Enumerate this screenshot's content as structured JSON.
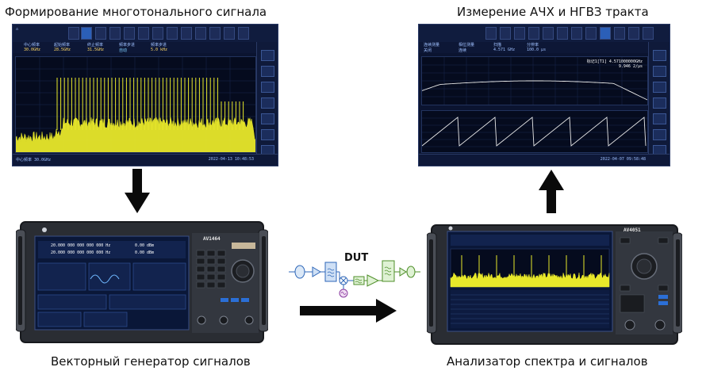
{
  "captions": {
    "top_left": "Формирование многотонального сигнала",
    "top_right": "Измерение АЧХ и НГВЗ тракта",
    "bottom_left": "Векторный генератор сигналов",
    "bottom_right": "Анализатор спектра и сигналов",
    "dut": "DUT"
  },
  "left_screen": {
    "info_labels": [
      "中心频率",
      "起始频率",
      "终止频率",
      "频率步进",
      "频率步进"
    ],
    "info_values": [
      "30.0GHz",
      "28.5GHz",
      "31.5GHz",
      "自动",
      "5.0 kHz"
    ],
    "footer_left": "中心频率 30.0GHz",
    "footer_right": "2022-04-13 10:48:53"
  },
  "right_screen": {
    "info_labels": [
      "连续测量",
      "相位测量",
      "扫描",
      "分辨率"
    ],
    "info_values": [
      "关闭",
      "连续",
      "4.571 GHz",
      "100.0 μs"
    ],
    "marker_text_1": "标记1[T1]  4.571000000GHz",
    "marker_text_2": "9.946 2/μs",
    "footer_right": "2022-04-07 09:58:48"
  },
  "generator": {
    "brand": "AV1464",
    "freq_line_1": "20.000 000 000 000 000 Hz",
    "freq_line_2": "20.000 000 000 000 000 Hz",
    "level_1": "0.00 dBm",
    "level_2": "0.00 dBm"
  },
  "analyzer": {
    "brand": "AV4051"
  },
  "colors": {
    "trace": "#e8e82a",
    "screen_bg": "#0b1430",
    "arrow": "#0a0a0a",
    "instrument_body": "#2a2d33"
  }
}
